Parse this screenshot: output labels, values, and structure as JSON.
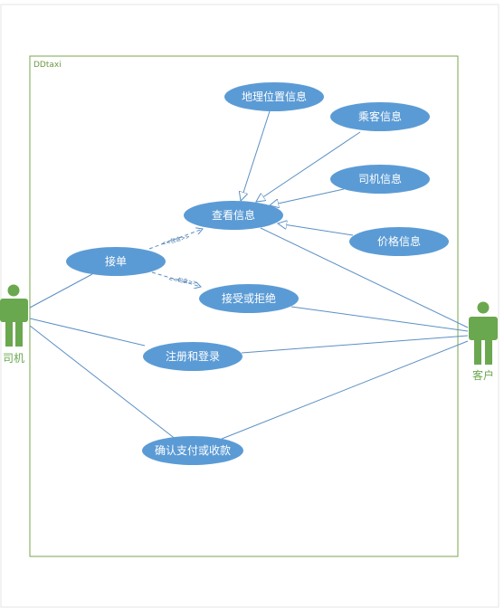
{
  "system": {
    "name": "DDtaxi",
    "border_color": "#7aa64f",
    "label_color": "#6a9a3f"
  },
  "actors": {
    "driver": {
      "name": "司机",
      "icon": "person-icon",
      "color": "#6aa84f"
    },
    "customer": {
      "name": "客户",
      "icon": "person-icon",
      "color": "#6aa84f"
    }
  },
  "use_cases": {
    "geo": "地理位置信息",
    "passenger": "乘客信息",
    "driver_info": "司机信息",
    "view": "查看信息",
    "price": "价格信息",
    "order": "接单",
    "accept": "接受或拒绝",
    "register": "注册和登录",
    "pay": "确认支付或收款"
  },
  "relations": {
    "include_1": "<<包含>>",
    "include_2": "<<包含>>"
  },
  "colors": {
    "ellipse_fill": "#5b9bd5",
    "ellipse_text": "#ffffff",
    "line": "#5b8fc4",
    "include_text": "#3b6ea5"
  }
}
